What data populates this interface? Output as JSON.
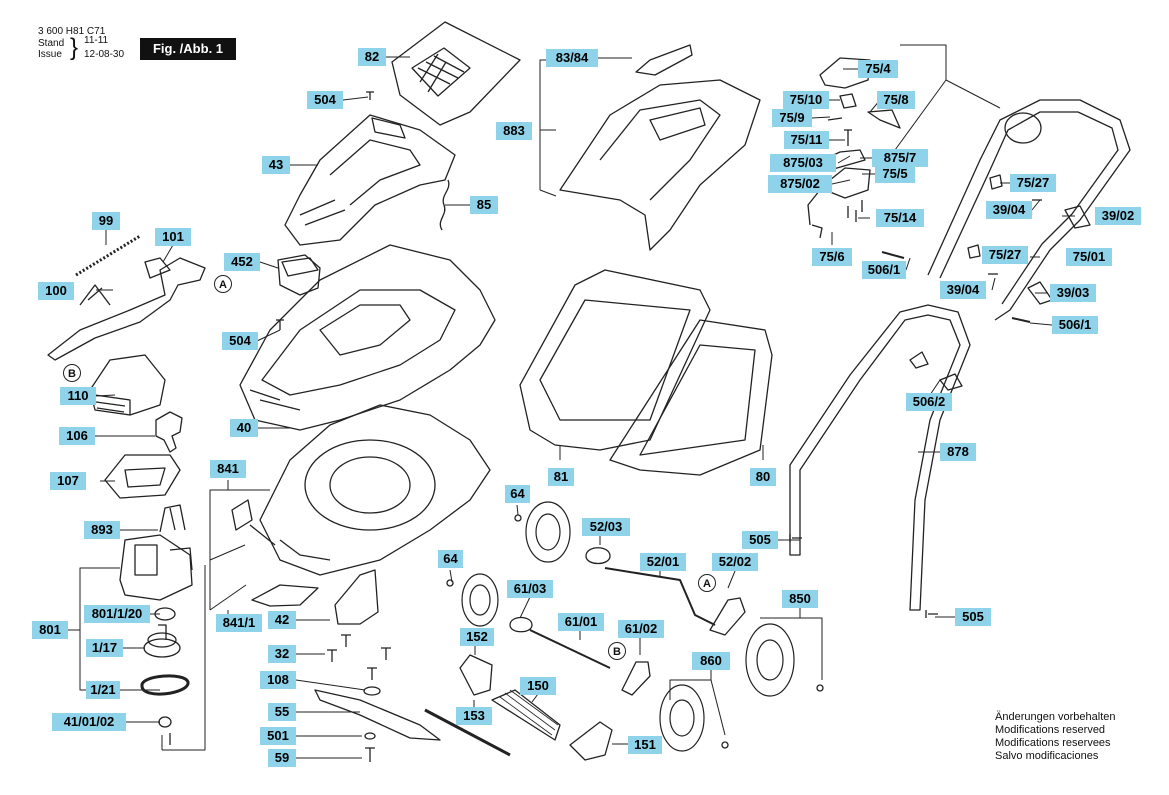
{
  "header": {
    "doc_number": "3 600 H81 C71",
    "stand_label": "Stand",
    "issue_label": "Issue",
    "revision_mark": "11-11",
    "issue_date": "12-08-30",
    "figure_label": "Fig. /Abb. 1"
  },
  "callouts": {
    "c82": "82",
    "c504a": "504",
    "c43": "43",
    "c85": "85",
    "c99": "99",
    "c101": "101",
    "c452": "452",
    "c100": "100",
    "c504b": "504",
    "c110": "110",
    "c106": "106",
    "c40": "40",
    "c107": "107",
    "c841": "841",
    "c893": "893",
    "c801": "801",
    "c801_1_20": "801/1/20",
    "c1_17": "1/17",
    "c1_21": "1/21",
    "c41_01_02": "41/01/02",
    "c841_1": "841/1",
    "c42": "42",
    "c32": "32",
    "c108": "108",
    "c55": "55",
    "c501": "501",
    "c59": "59",
    "c153": "153",
    "c64a": "64",
    "c64b": "64",
    "c52_03": "52/03",
    "c61_03": "61/03",
    "c52_01": "52/01",
    "c52_02": "52/02",
    "c61_01": "61/01",
    "c61_02": "61/02",
    "c152": "152",
    "c150": "150",
    "c151": "151",
    "c860": "860",
    "c850": "850",
    "c83_84": "83/84",
    "c883": "883",
    "c81": "81",
    "c80": "80",
    "c75_4": "75/4",
    "c75_10": "75/10",
    "c75_8": "75/8",
    "c75_9": "75/9",
    "c75_11": "75/11",
    "c875_03": "875/03",
    "c875_7": "875/7",
    "c875_02": "875/02",
    "c75_5": "75/5",
    "c75_14": "75/14",
    "c75_6": "75/6",
    "c506_1a": "506/1",
    "c75_27a": "75/27",
    "c39_04a": "39/04",
    "c39_02": "39/02",
    "c75_27b": "75/27",
    "c75_01": "75/01",
    "c39_04b": "39/04",
    "c39_03": "39/03",
    "c506_1b": "506/1",
    "c506_2": "506/2",
    "c878": "878",
    "c505a": "505",
    "c505b": "505"
  },
  "refs": {
    "a1": "A",
    "b1": "B",
    "a2": "A",
    "b2": "B"
  },
  "notes": [
    "Änderungen vorbehalten",
    "Modifications reserved",
    "Modifications reservees",
    "Salvo modificaciones"
  ],
  "colors": {
    "callout_fill": "#8ed3ea",
    "line": "#222222"
  }
}
